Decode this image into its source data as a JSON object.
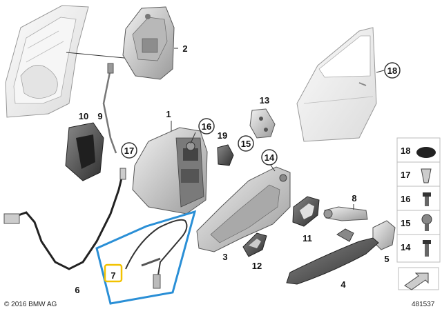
{
  "callouts": [
    {
      "key": "c2",
      "text": "2"
    },
    {
      "key": "c18",
      "text": "18"
    },
    {
      "key": "c1",
      "text": "1"
    },
    {
      "key": "c16",
      "text": "16"
    },
    {
      "key": "c19",
      "text": "19"
    },
    {
      "key": "c10",
      "text": "10"
    },
    {
      "key": "c9",
      "text": "9"
    },
    {
      "key": "c17",
      "text": "17"
    },
    {
      "key": "c13",
      "text": "13"
    },
    {
      "key": "c15",
      "text": "15"
    },
    {
      "key": "c14",
      "text": "14"
    },
    {
      "key": "c8",
      "text": "8"
    },
    {
      "key": "c11",
      "text": "11"
    },
    {
      "key": "c3",
      "text": "3"
    },
    {
      "key": "c12",
      "text": "12"
    },
    {
      "key": "c5",
      "text": "5"
    },
    {
      "key": "c4",
      "text": "4"
    },
    {
      "key": "c6",
      "text": "6"
    },
    {
      "key": "c7",
      "text": "7"
    }
  ],
  "side_panel": [
    {
      "text": "18"
    },
    {
      "text": "17"
    },
    {
      "text": "16"
    },
    {
      "text": "15"
    },
    {
      "text": "14"
    }
  ],
  "footer": {
    "copyright": "© 2016 BMW AG",
    "drawing_number": "481537"
  },
  "colors": {
    "highlight_box": "#2a8fd6",
    "callout_highlight": "#f2c200",
    "part_fill": "#d9d9d9",
    "part_dark": "#555555"
  }
}
